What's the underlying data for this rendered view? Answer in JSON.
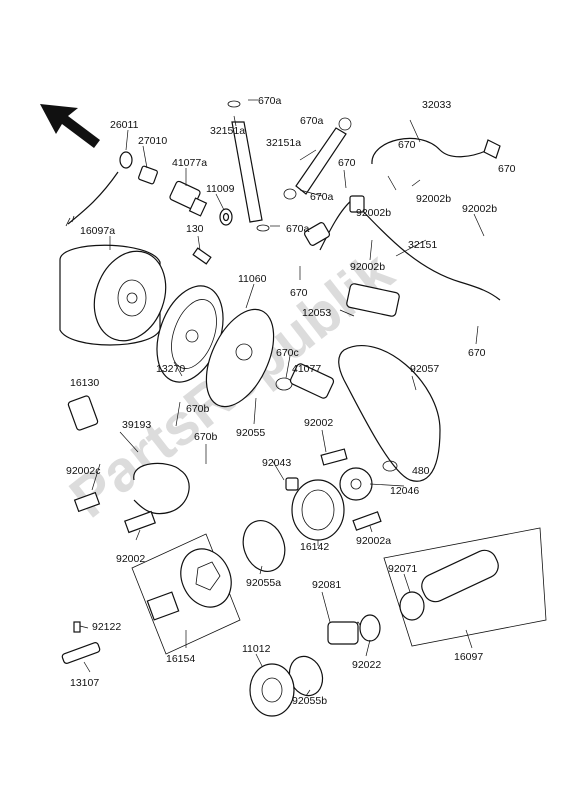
{
  "watermark": "PartsRepublik",
  "labels": {
    "26011": "26011",
    "27010": "27010",
    "41077a": "41077a",
    "11009": "11009",
    "16097a": "16097a",
    "130": "130",
    "11060": "11060",
    "13270": "13270",
    "670a": "670a",
    "32151a": "32151a",
    "670": "670",
    "32033": "32033",
    "92002b": "92002b",
    "32151": "32151",
    "12053": "12053",
    "670c": "670c",
    "41077": "41077",
    "92057": "92057",
    "16130": "16130",
    "670b": "670b",
    "39193": "39193",
    "92055": "92055",
    "92002": "92002",
    "92043": "92043",
    "480": "480",
    "92002c": "92002c",
    "12046": "12046",
    "16142": "16142",
    "92002a": "92002a",
    "92055a": "92055a",
    "92071": "92071",
    "92081": "92081",
    "92122": "92122",
    "16154": "16154",
    "92022": "92022",
    "16097": "16097",
    "11012": "11012",
    "13107": "13107",
    "92055b": "92055b"
  }
}
